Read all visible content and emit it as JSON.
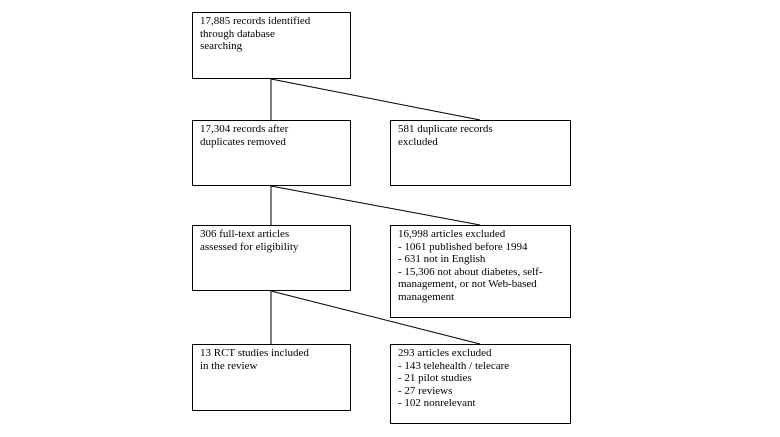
{
  "flow": {
    "identified": {
      "lines": [
        "17,885 records identified",
        "through database",
        "searching"
      ]
    },
    "after_duplicates": {
      "lines": [
        "17,304 records after",
        "duplicates removed"
      ]
    },
    "duplicates_excluded": {
      "lines": [
        "581 duplicate records",
        "excluded"
      ]
    },
    "full_text": {
      "lines": [
        "306 full-text articles",
        "assessed for eligibility"
      ]
    },
    "screening_excluded": {
      "lines": [
        "16,998 articles excluded",
        "- 1061 published before 1994",
        "- 631 not in English",
        "- 15,306 not about diabetes, self-",
        "management, or not Web-based",
        "management"
      ]
    },
    "included": {
      "lines": [
        "13 RCT studies included",
        "in the review"
      ]
    },
    "eligibility_excluded": {
      "lines": [
        "293 articles excluded",
        "- 143 telehealth / telecare",
        "- 21 pilot studies",
        "- 27 reviews",
        "- 102 nonrelevant"
      ]
    }
  }
}
